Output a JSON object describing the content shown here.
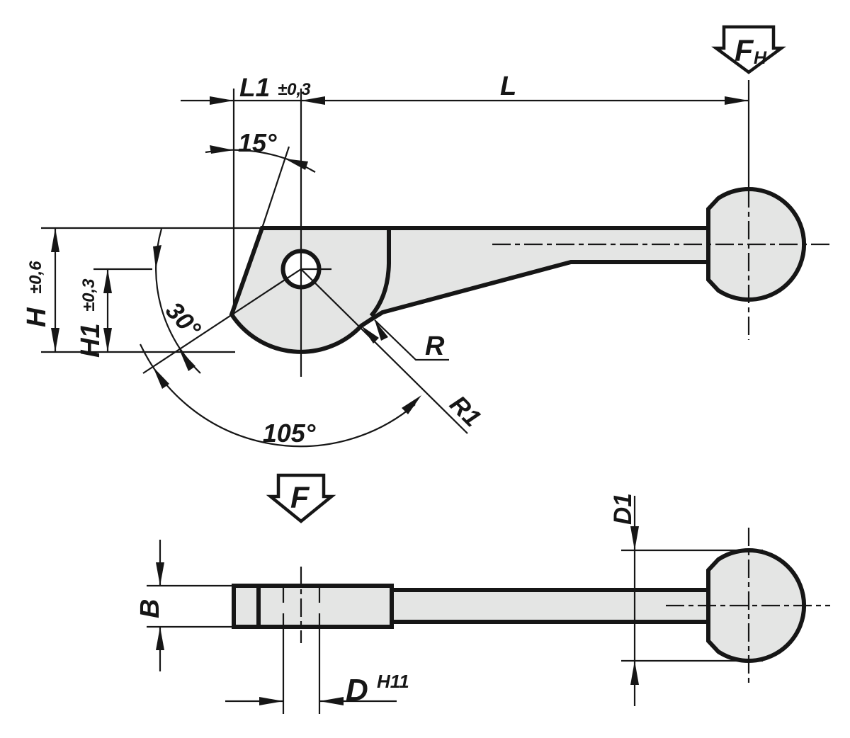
{
  "side_view": {
    "dim_l1": "L1",
    "dim_l1_tol": "±0,3",
    "dim_l": "L",
    "angle_top": "15°",
    "dim_h": "H",
    "dim_h_tol": "±0,6",
    "dim_h1": "H1",
    "dim_h1_tol": "±0,3",
    "angle_left": "30°",
    "angle_bottom": "105°",
    "radius_r": "R",
    "radius_r1": "R1",
    "force_h": "F",
    "force_h_sub": "H"
  },
  "bottom_view": {
    "force": "F",
    "dim_b": "B",
    "dim_d": "D",
    "dim_d_fit": "H11",
    "dim_d1": "D1"
  },
  "colors": {
    "line": "#161616",
    "part_fill": "#e4e5e4",
    "background": "#ffffff"
  }
}
